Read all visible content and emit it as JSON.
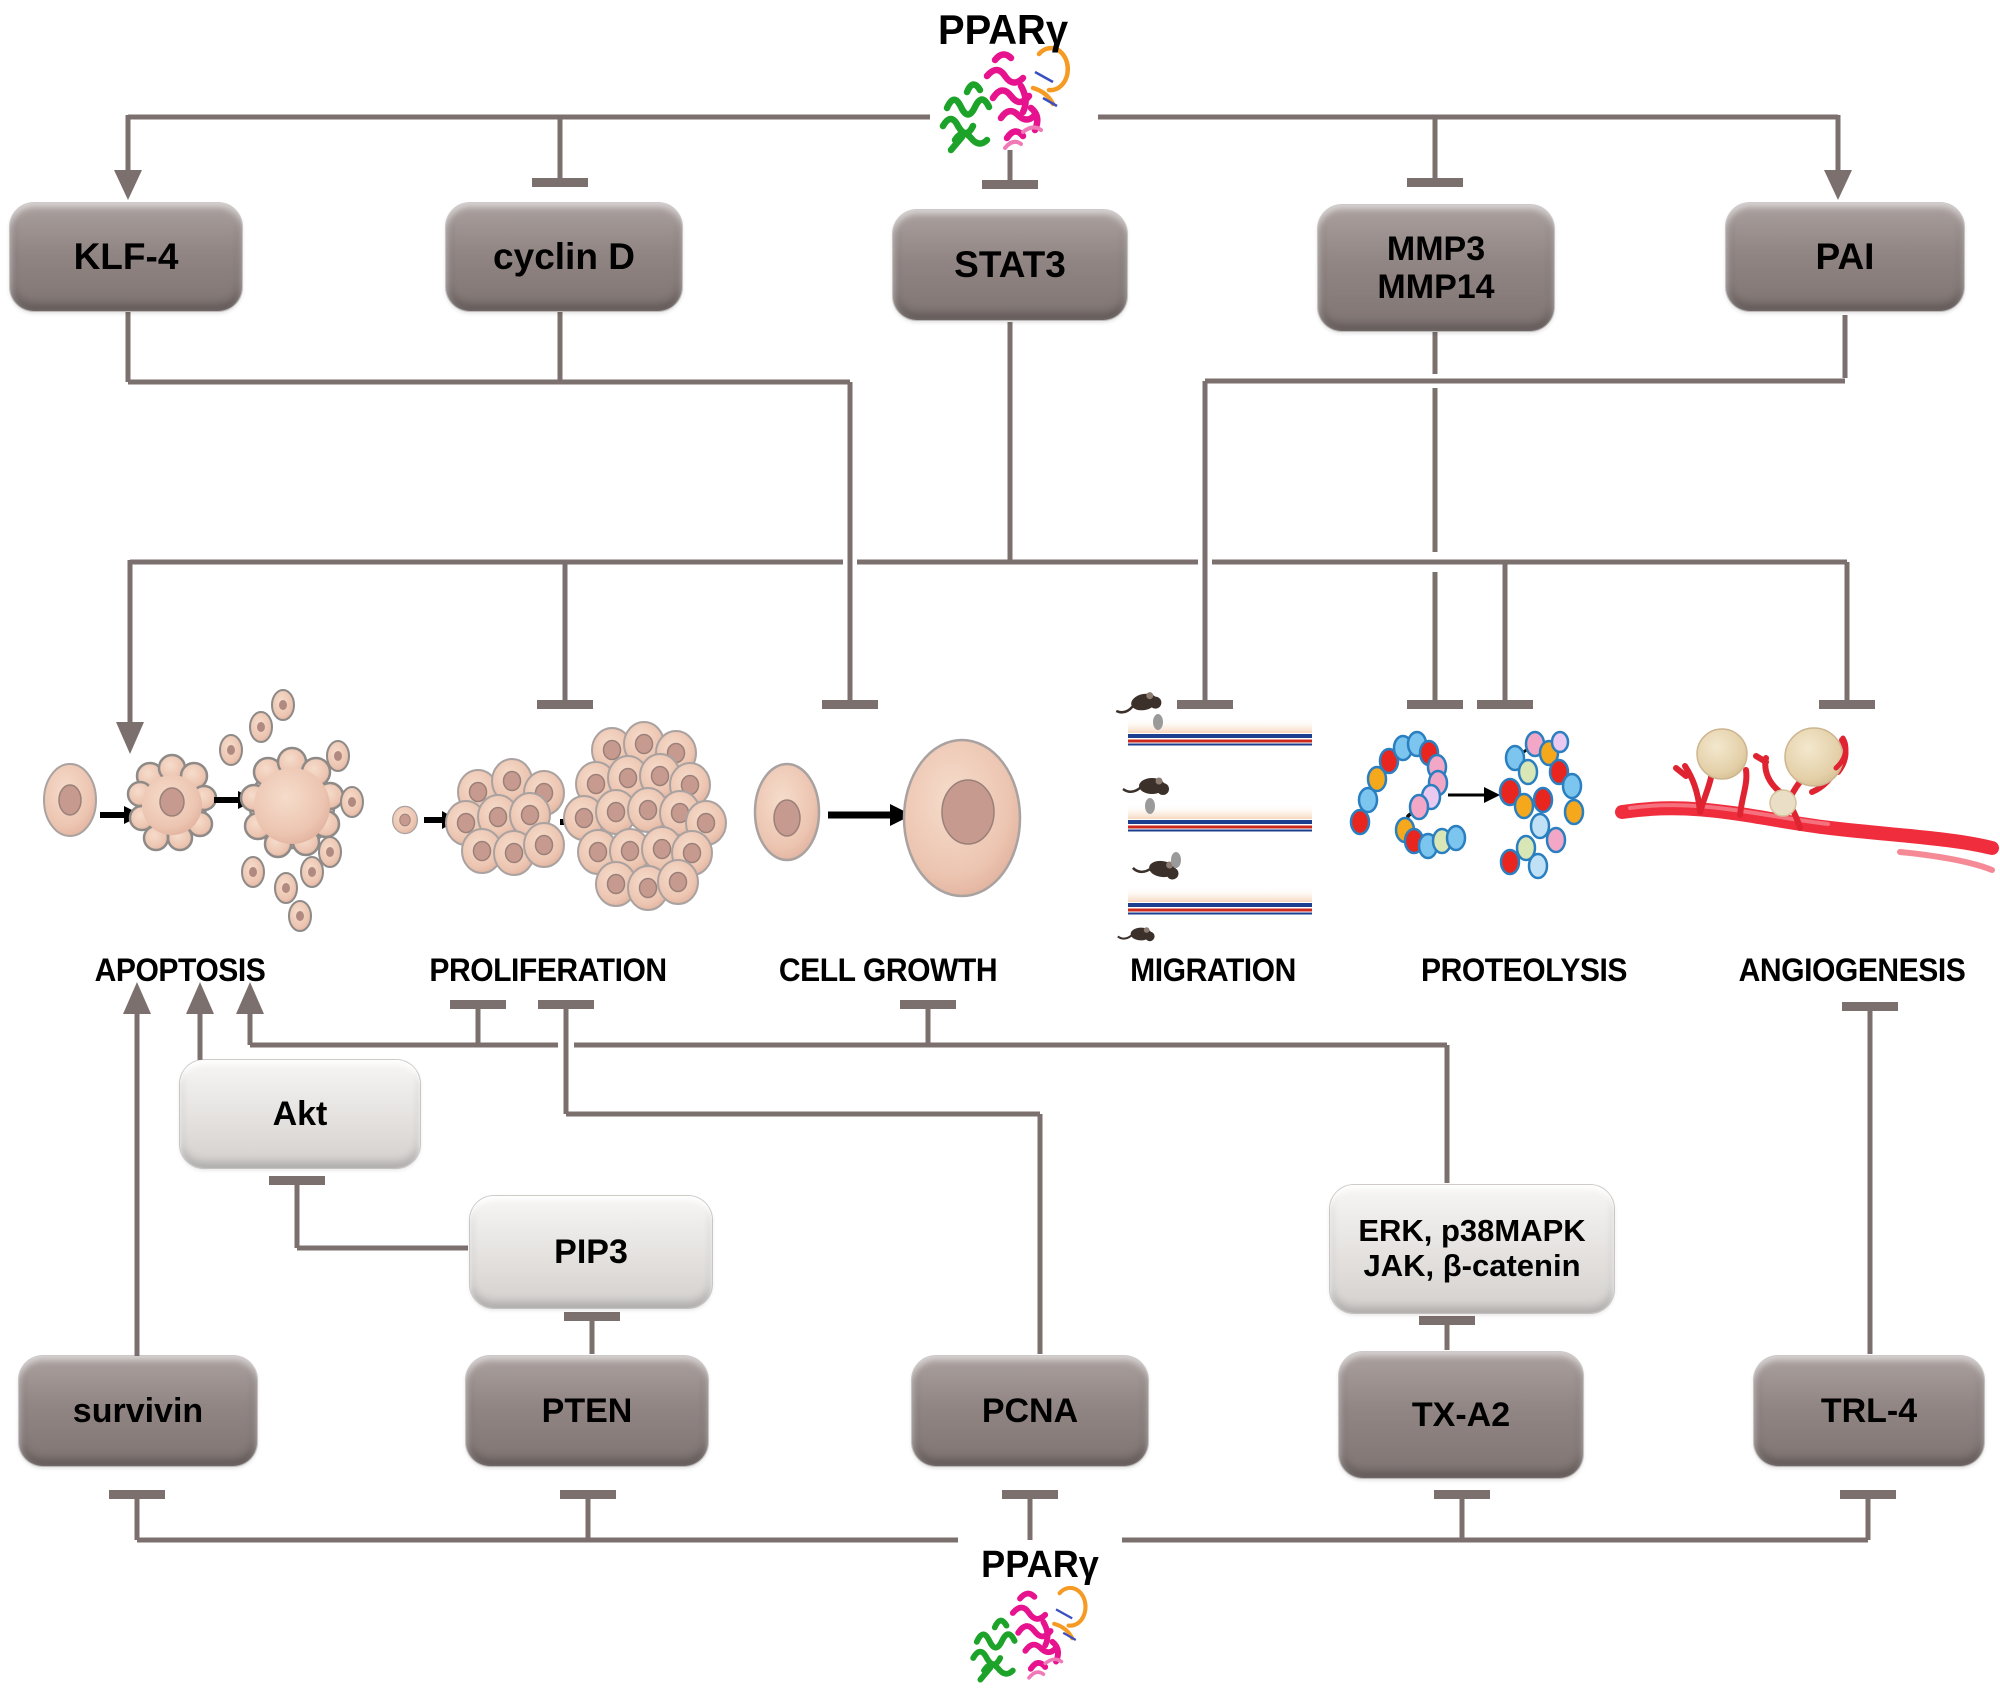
{
  "title_top": "PPARγ",
  "title_bottom": "PPARγ",
  "nodes": {
    "klf4": "KLF-4",
    "cyclin_d": "cyclin D",
    "stat3": "STAT3",
    "mmp_line1": "MMP3",
    "mmp_line2": "MMP14",
    "pai": "PAI",
    "akt": "Akt",
    "pip3": "PIP3",
    "erk_line1": "ERK, p38MAPK",
    "erk_line2": "JAK, β-catenin",
    "survivin": "survivin",
    "pten": "PTEN",
    "pcna": "PCNA",
    "txa2": "TX-A2",
    "trl4": "TRL-4"
  },
  "outcomes": {
    "apoptosis": "APOPTOSIS",
    "proliferation": "PROLIFERATION",
    "cell_growth": "CELL GROWTH",
    "migration": "MIGRATION",
    "proteolysis": "PROTEOLYSIS",
    "angiogenesis": "ANGIOGENESIS"
  },
  "edges": [
    {
      "from": "PPARγ",
      "to": "KLF-4",
      "type": "activation"
    },
    {
      "from": "PPARγ",
      "to": "cyclin D",
      "type": "inhibition"
    },
    {
      "from": "PPARγ",
      "to": "STAT3",
      "type": "inhibition"
    },
    {
      "from": "PPARγ",
      "to": "MMP3/MMP14",
      "type": "inhibition"
    },
    {
      "from": "PPARγ",
      "to": "PAI",
      "type": "activation"
    },
    {
      "from": "KLF-4 + cyclin D",
      "to": "CELL GROWTH",
      "type": "inhibition"
    },
    {
      "from": "STAT3",
      "to": "APOPTOSIS",
      "type": "activation"
    },
    {
      "from": "STAT3",
      "to": "PROLIFERATION",
      "type": "inhibition"
    },
    {
      "from": "STAT3",
      "to": "PROTEOLYSIS",
      "type": "inhibition"
    },
    {
      "from": "STAT3",
      "to": "ANGIOGENESIS",
      "type": "inhibition"
    },
    {
      "from": "MMP3/MMP14",
      "to": "PROTEOLYSIS",
      "type": "inhibition"
    },
    {
      "from": "PAI",
      "to": "MIGRATION",
      "type": "inhibition"
    },
    {
      "from": "survivin",
      "to": "APOPTOSIS",
      "type": "activation"
    },
    {
      "from": "Akt",
      "to": "APOPTOSIS",
      "type": "activation"
    },
    {
      "from": "ERK, p38MAPK, JAK, β-catenin",
      "to": "APOPTOSIS",
      "type": "activation"
    },
    {
      "from": "ERK, p38MAPK, JAK, β-catenin",
      "to": "PROLIFERATION",
      "type": "inhibition"
    },
    {
      "from": "ERK, p38MAPK, JAK, β-catenin",
      "to": "CELL GROWTH",
      "type": "inhibition"
    },
    {
      "from": "PCNA",
      "to": "PROLIFERATION",
      "type": "inhibition"
    },
    {
      "from": "TRL-4",
      "to": "ANGIOGENESIS",
      "type": "inhibition"
    },
    {
      "from": "PIP3",
      "to": "Akt",
      "type": "inhibition"
    },
    {
      "from": "PTEN",
      "to": "PIP3",
      "type": "inhibition"
    },
    {
      "from": "TX-A2",
      "to": "ERK, p38MAPK, JAK, β-catenin",
      "type": "inhibition"
    },
    {
      "from": "PPARγ",
      "to": "survivin",
      "type": "inhibition"
    },
    {
      "from": "PPARγ",
      "to": "PTEN",
      "type": "inhibition"
    },
    {
      "from": "PPARγ",
      "to": "PCNA",
      "type": "inhibition"
    },
    {
      "from": "PPARγ",
      "to": "TX-A2",
      "type": "inhibition"
    },
    {
      "from": "PPARγ",
      "to": "TRL-4",
      "type": "inhibition"
    }
  ],
  "colors": {
    "connector": "#7b706e",
    "dark_node": "#8d8280",
    "light_node": "#e4e1df",
    "cell_fill": "#eec9b6",
    "cell_nucleus": "#c79a8f",
    "vessel_red": "#ef2d3d",
    "tissue_ball": "#e6d5b2",
    "protein_green": "#1ea32a",
    "protein_magenta": "#e6128e",
    "protein_orange": "#f59a23"
  },
  "icons": {
    "protein_top": "pparg-ribbon-structure",
    "protein_bottom": "pparg-ribbon-structure",
    "apoptosis": "cell-fragmentation-illustration",
    "proliferation": "cell-cluster-illustration",
    "cell_growth": "cell-enlargement-illustration",
    "migration": "mouse-lanes-illustration",
    "proteolysis": "bead-chain-cleavage-illustration",
    "angiogenesis": "blood-vessel-sprouting-illustration"
  }
}
